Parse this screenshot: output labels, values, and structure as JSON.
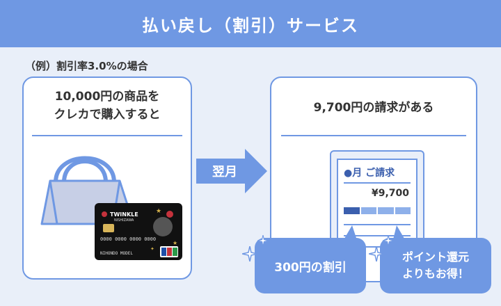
{
  "header": {
    "title": "払い戻し（割引）サービス"
  },
  "note": "（例）割引率3.0%の場合",
  "left_panel": {
    "line1": "10,000円の商品を",
    "line2": "クレカで購入すると"
  },
  "card": {
    "brand": "TWINKLE",
    "sub": "NISHIZAWA",
    "number": "0000 0000 0000 0000",
    "holder": "NIHONDO MODEL",
    "network": "JCB"
  },
  "arrow": {
    "label": "翌月"
  },
  "right_panel": {
    "title": "9,700円の請求がある"
  },
  "bill": {
    "title": "●月 ご請求",
    "amount": "¥9,700"
  },
  "bubbles": {
    "discount": "300円の割引",
    "points_line1": "ポイント還元",
    "points_line2": "よりもお得！"
  },
  "colors": {
    "accent": "#6f98e3",
    "background": "#e9eff9"
  }
}
